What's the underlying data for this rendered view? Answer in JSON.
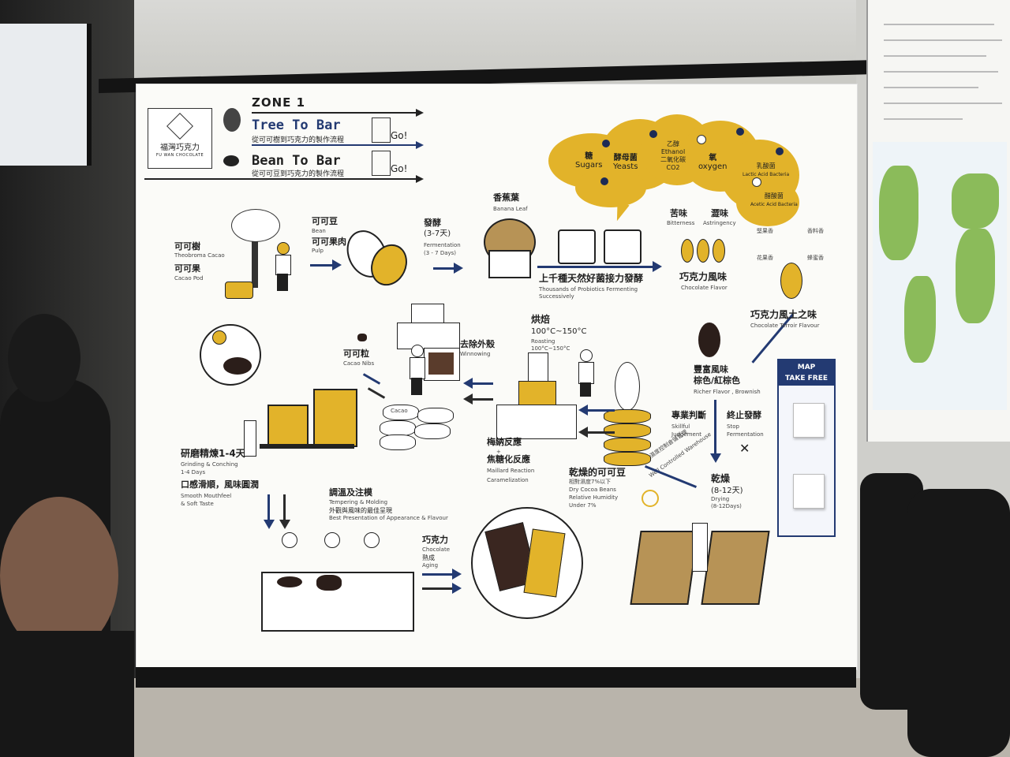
{
  "header": {
    "zone": "ZONE 1",
    "route1": {
      "title": "Tree To Bar",
      "sub": "從可可樹到巧克力的製作流程",
      "go": "Go!"
    },
    "route2": {
      "title": "Bean To Bar",
      "sub": "從可可豆到巧克力的製作流程",
      "go": "Go!"
    },
    "logo": {
      "name": "福灣巧克力",
      "sub": "FU WAN CHOCOLATE"
    }
  },
  "bubble": {
    "items": [
      {
        "zh": "糖",
        "en": "Sugars"
      },
      {
        "zh": "酵母菌",
        "en": "Yeasts"
      },
      {
        "zh": "乙醇",
        "en": "Ethanol"
      },
      {
        "zh": "二氧化碳",
        "en": "CO2"
      },
      {
        "zh": "氧",
        "en": "oxygen"
      },
      {
        "zh": "乳酸菌",
        "en": "Lactic Acid Bacteria"
      },
      {
        "zh": "醋酸菌",
        "en": "Acetic Acid Bacteria"
      }
    ]
  },
  "steps": {
    "tree": {
      "zh1": "可可樹",
      "en1": "Theobroma Cacao",
      "zh2": "可可果",
      "en2": "Cacao Pod"
    },
    "bean": {
      "zh1": "可可豆",
      "en1": "Bean",
      "zh2": "可可果肉",
      "en2": "Pulp"
    },
    "ferment": {
      "zh": "發酵",
      "days": "(3-7天)",
      "en": "Fermentation",
      "en_days": "(3 - 7 Days)"
    },
    "banana": {
      "zh": "香蕉葉",
      "en": "Banana Leaf"
    },
    "probiotics": {
      "zh": "上千種天然好菌接力發酵",
      "en1": "Thousands of Probiotics Fermenting",
      "en2": "Successively"
    },
    "bitter": {
      "zh": "苦味",
      "en": "Bitterness"
    },
    "astringent": {
      "zh": "澀味",
      "en": "Astringency"
    },
    "flavor": {
      "zh": "巧克力風味",
      "en": "Chocolate Flavor"
    },
    "aroma": {
      "nut": "堅果香",
      "spice": "香料香",
      "flower": "花果香",
      "honey": "蜂蜜香"
    },
    "terroir": {
      "zh": "巧克力風土之味",
      "en": "Chocolate Terroir Flavour"
    },
    "richer": {
      "zh1": "豐富風味",
      "zh2": "棕色/紅棕色",
      "en": "Richer Flavor , Brownish"
    },
    "judge": {
      "zh": "專業判斷",
      "en1": "Skillful",
      "en2": "Judgement"
    },
    "stop": {
      "zh": "終止發酵",
      "en1": "Stop",
      "en2": "Fermentation"
    },
    "drying": {
      "zh": "乾燥",
      "days": "(8-12天)",
      "en": "Drying",
      "en_days": "(8-12Days)"
    },
    "warehouse": {
      "zh": "溫濕度控制倉儲管理",
      "en": "Well Controlled Warehouse"
    },
    "dried": {
      "zh": "乾燥的可可豆",
      "zh2": "相對濕度7%以下",
      "en1": "Dry Cocoa Beans",
      "en2": "Relative Humidity",
      "en3": "Under 7%"
    },
    "maillard": {
      "zh1": "梅納反應",
      "plus": "+",
      "zh2": "焦糖化反應",
      "en1": "Maillard Reaction",
      "en2": "Caramelization"
    },
    "roast": {
      "zh": "烘焙",
      "temp": "100°C~150°C",
      "en": "Roasting",
      "en_temp": "100°C~150°C"
    },
    "winnow": {
      "zh": "去除外殼",
      "en": "Winnowing"
    },
    "nibs": {
      "zh": "可可粒",
      "en": "Cacao Nibs"
    },
    "sack": "Cacao",
    "grind": {
      "zh": "研磨精煉1-4天",
      "en1": "Grinding & Conching",
      "en2": "1-4 Days",
      "zh2": "口感滑順，風味圓潤",
      "en3": "Smooth Mouthfeel",
      "en4": "& Soft Taste"
    },
    "temper": {
      "zh": "調溫及注模",
      "en": "Tempering & Molding",
      "zh2": "外觀與風味的最佳呈現",
      "en2": "Best Presentation of Appearance & Flavour"
    },
    "aging": {
      "zh": "巧克力",
      "en1": "Chocolate",
      "zh2": "熟成",
      "en2": "Aging"
    }
  },
  "map_panel": {
    "line1": "MAP",
    "line2": "TAKE FREE"
  },
  "colors": {
    "ochre": "#e2b32a",
    "navy": "#233a72",
    "ink": "#1f1f1f"
  }
}
